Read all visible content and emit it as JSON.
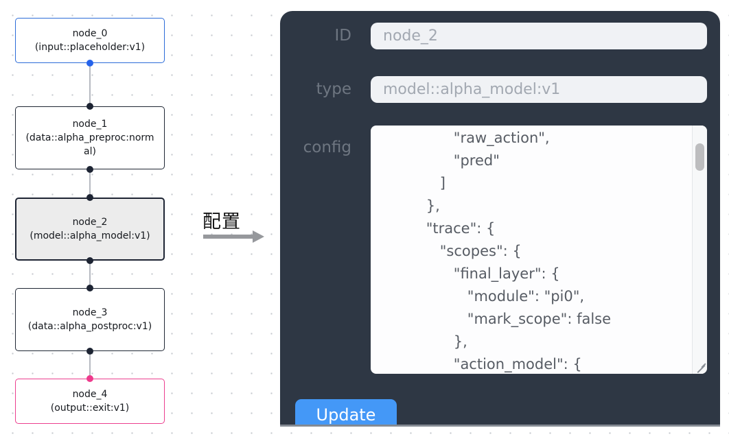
{
  "colors": {
    "panel_bg": "#2e3744",
    "node_blue_border": "#2b6bd8",
    "node_dark_border": "#1d2433",
    "node_pink_border": "#ec3e8e",
    "selected_node_bg": "#ececec",
    "update_button_bg": "#4498f7",
    "edge_gray": "#b6bac1"
  },
  "flow": {
    "nodes": [
      {
        "name": "node_0",
        "type": "(input::placeholder:v1)"
      },
      {
        "name": "node_1",
        "type": "(data::alpha_preproc:normal)"
      },
      {
        "name": "node_2",
        "type": "(model::alpha_model:v1)"
      },
      {
        "name": "node_3",
        "type": "(data::alpha_postproc:v1)"
      },
      {
        "name": "node_4",
        "type": "(output::exit:v1)"
      }
    ]
  },
  "transition": {
    "label": "配置"
  },
  "panel": {
    "fields": [
      {
        "label": "ID",
        "value": "node_2"
      },
      {
        "label": "type",
        "value": "model::alpha_model:v1"
      }
    ],
    "config_label": "config",
    "config_lines": [
      "             \"raw_action\",",
      "             \"pred\"",
      "          ]",
      "       },",
      "       \"trace\": {",
      "          \"scopes\": {",
      "             \"final_layer\": {",
      "                \"module\": \"pi0\",",
      "                \"mark_scope\": false",
      "             },",
      "             \"action_model\": {"
    ],
    "update_label": "Update"
  }
}
